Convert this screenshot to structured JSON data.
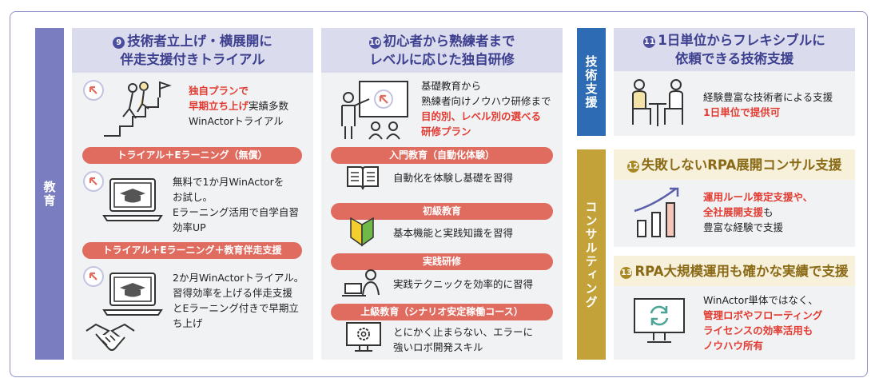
{
  "labels": {
    "education": "教育",
    "tech_support": "技術支援",
    "consulting": "コンサルティング"
  },
  "panel9": {
    "num": "9",
    "title_line1": "技術者立上げ・横展開に",
    "title_line2": "伴走支援付きトライアル",
    "intro_red": "独自プランで",
    "intro_red2": "早期立ち上げ",
    "intro_rest2": "実績多数",
    "intro_line3": "WinActorトライアル",
    "bar1": "トライアル＋Eラーニング（無償）",
    "item1": [
      "無料で1か月WinActorを",
      "お試し。",
      "Eラーニング活用で自学自習",
      "効率UP"
    ],
    "bar2": "トライアル＋Eラーニング＋教育伴走支援",
    "item2": [
      "2か月WinActorトライアル。",
      "習得効率を上げる伴走支援",
      "とEラーニング付きで早期立",
      "ち上げ"
    ]
  },
  "panel10": {
    "num": "10",
    "title_line1": "初心者から熟練者まで",
    "title_line2": "レベルに応じた独自研修",
    "intro": [
      "基礎教育から",
      "熟練者向けノウハウ研修まで"
    ],
    "intro_red": [
      "目的別、レベル別の選べる",
      "研修プラン"
    ],
    "bar1": "入門教育（自動化体験）",
    "item1": "自動化を体験し基礎を習得",
    "bar2": "初級教育",
    "item2": "基本機能と実践知識を習得",
    "bar3": "実践研修",
    "item3": "実践テクニックを効率的に習得",
    "bar4": "上級教育（シナリオ安定稼働コース）",
    "item4": [
      "とにかく止まらない、エラーに",
      "強いロボ開発スキル"
    ]
  },
  "panel11": {
    "num": "11",
    "title_line1": "1日単位からフレキシブルに",
    "title_line2": "依頼できる技術支援",
    "text": "経験豊富な技術者による支援",
    "text_red": "1日単位で提供可"
  },
  "panel12": {
    "num": "12",
    "title": "失敗しないRPA展開コンサル支援",
    "red1": "運用ルール策定支援や、",
    "red2": "全社展開支援",
    "rest2": "も",
    "line3": "豊富な経験で支援"
  },
  "panel13": {
    "num": "13",
    "title": "RPA大規模運用も確かな実績で支援",
    "line1": "WinActor単体ではなく、",
    "red": [
      "管理ロボやフローティング",
      "ライセンスの効率活用も",
      "ノウハウ所有"
    ]
  },
  "colors": {
    "purple": "#7a7dbf",
    "blue": "#2d6cb5",
    "gold": "#c4a23a",
    "red": "#e06b5f",
    "accent_text": "#e23b31"
  }
}
